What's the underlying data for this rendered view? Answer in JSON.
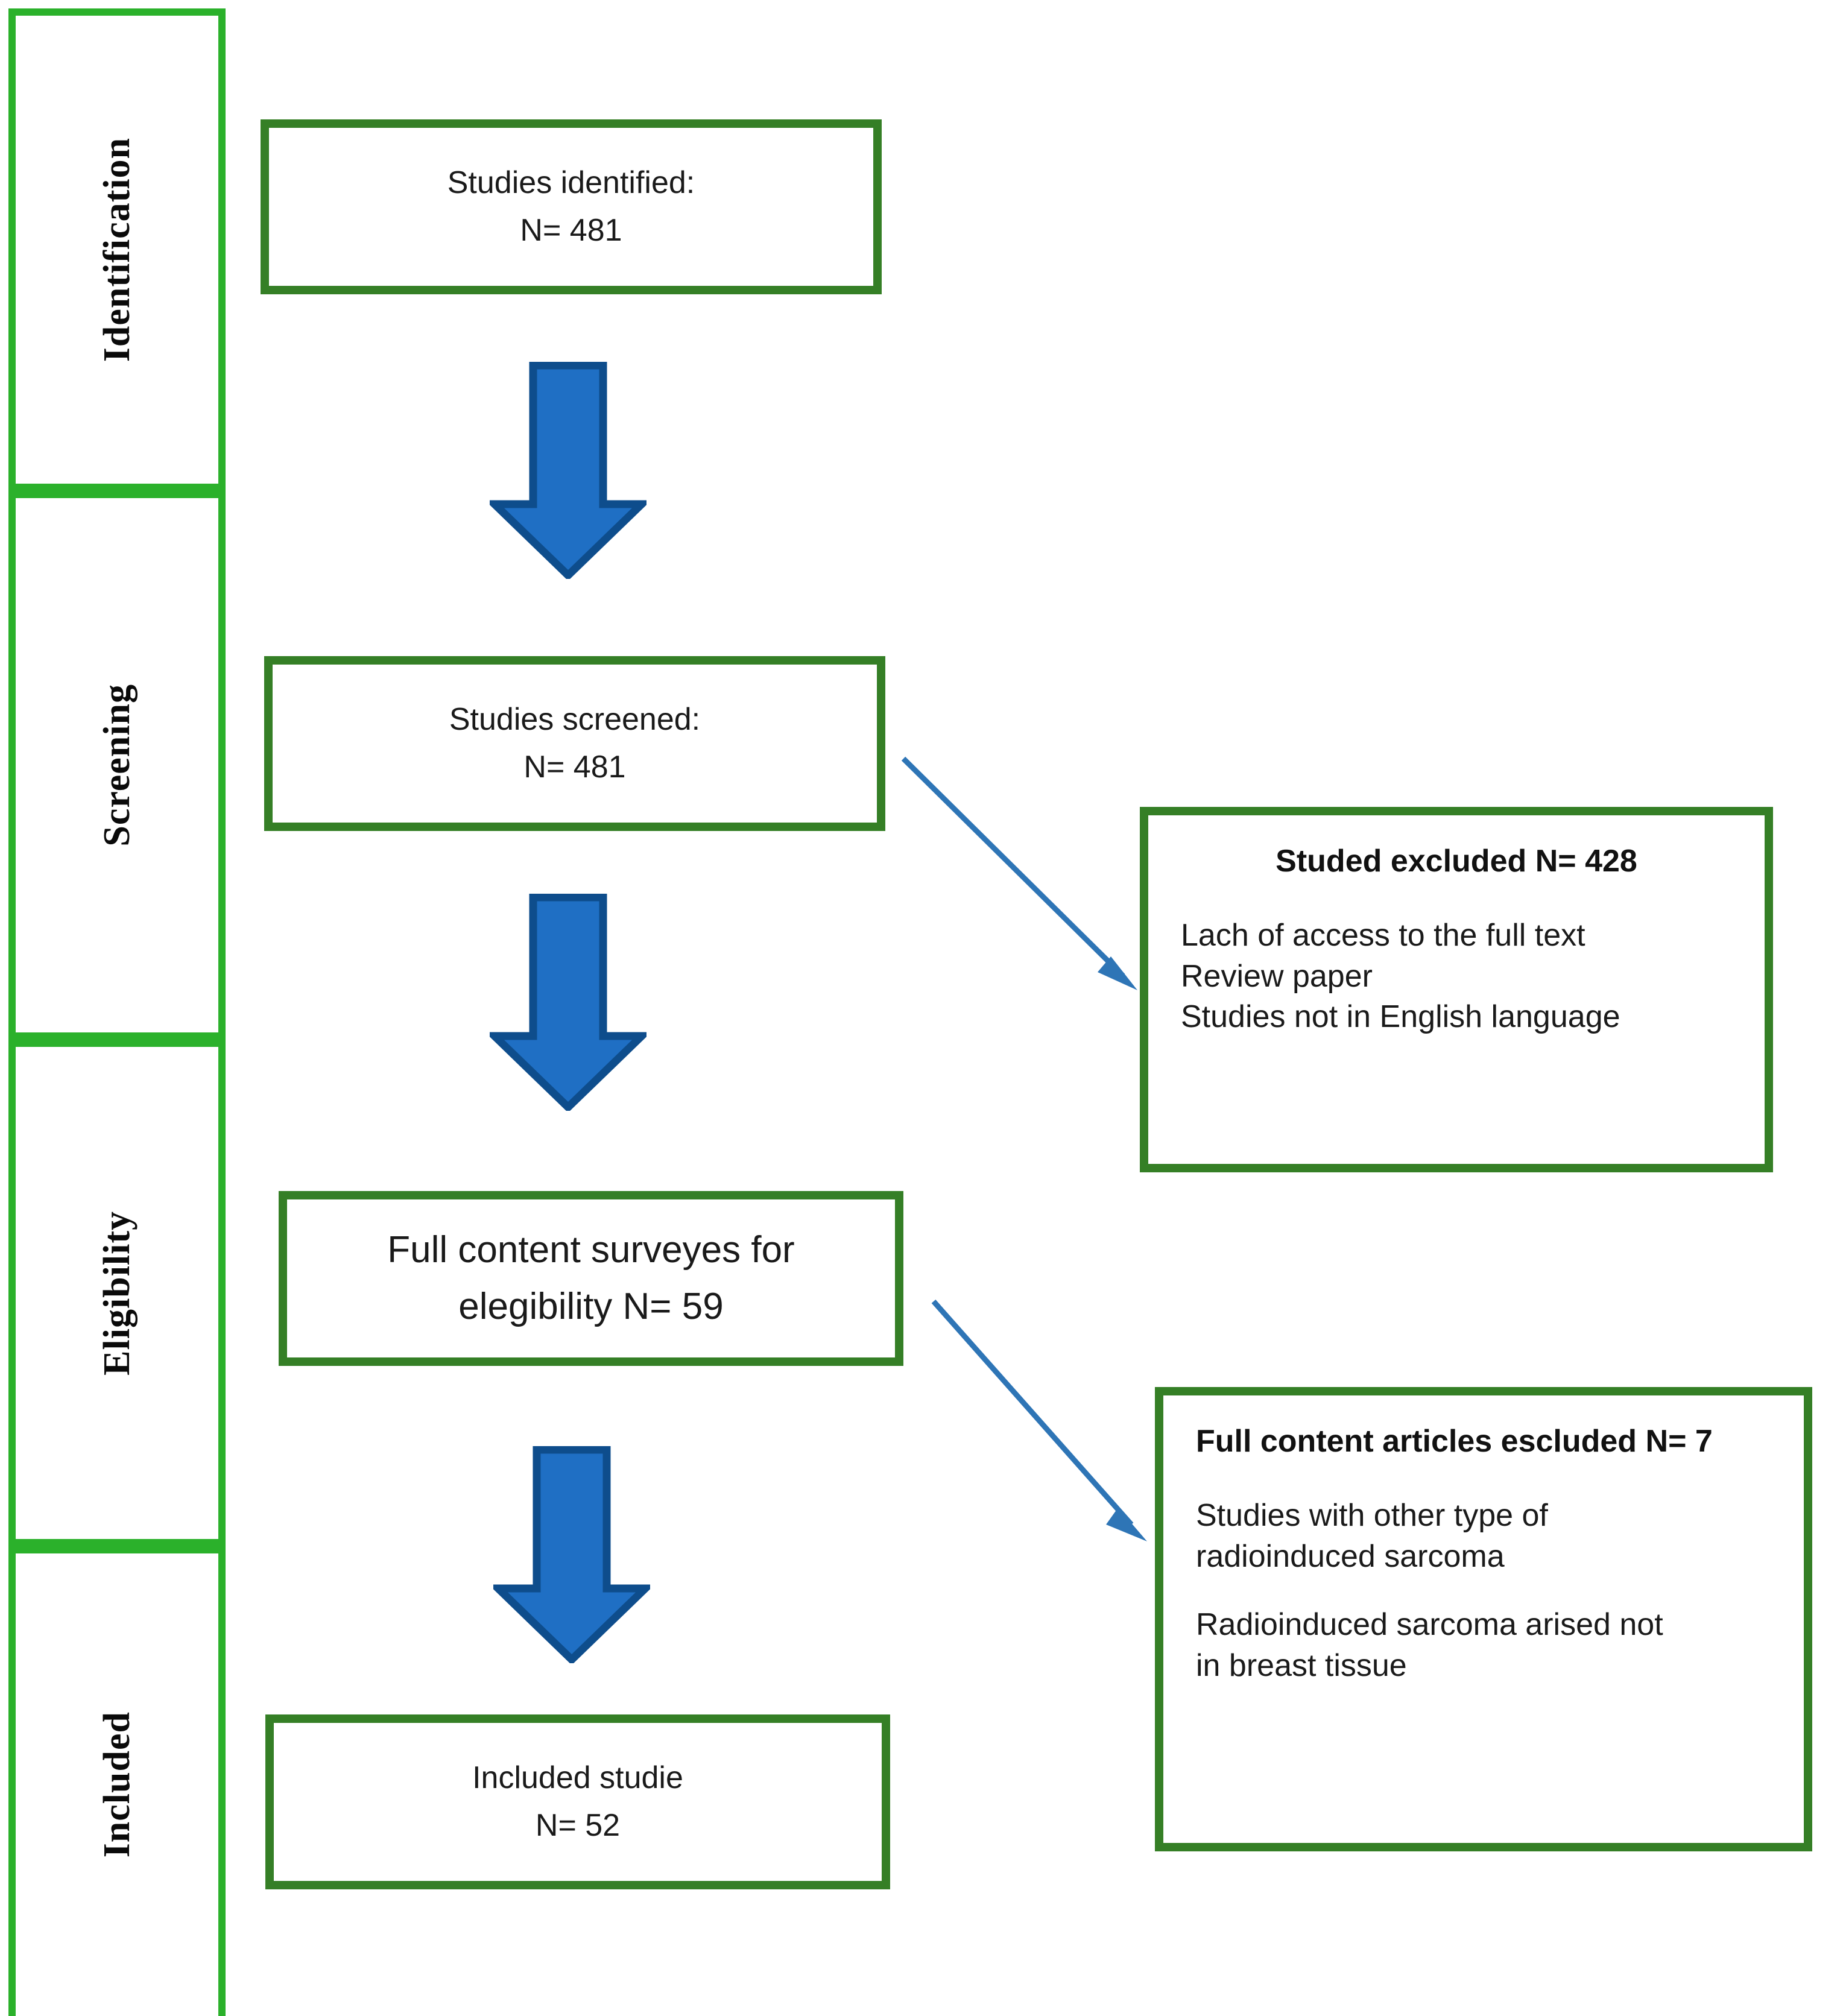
{
  "colors": {
    "stage_border": "#2BB12B",
    "box_border": "#357F26",
    "block_arrow_fill": "#1F6FC4",
    "block_arrow_stroke": "#0E4D8C",
    "diag_arrow": "#2E75B6",
    "text": "#1a1a1a",
    "page_background": "#ffffff"
  },
  "stages": [
    {
      "label": "Identification"
    },
    {
      "label": "Screening"
    },
    {
      "label": "Eligibility"
    },
    {
      "label": "Included"
    }
  ],
  "flow": {
    "identified": {
      "line1": "Studies identified:",
      "line2": "N= 481"
    },
    "screened": {
      "line1": "Studies screened:",
      "line2": "N= 481"
    },
    "eligibility": {
      "line1": "Full content surveyes for",
      "line2": "elegibility N= 59"
    },
    "included": {
      "line1": "Included studie",
      "line2": "N= 52"
    }
  },
  "exclusions": {
    "screening": {
      "title": "Studed excluded N= 428",
      "reasons": [
        "Lach of access to the full text",
        "Review paper",
        "Studies not in English language"
      ]
    },
    "fulltext": {
      "title": "Full content articles escluded N= 7",
      "reasons": [
        "Studies with other type of",
        "radioinduced sarcoma",
        "Radioinduced sarcoma arised not",
        "in breast tissue"
      ]
    }
  },
  "arrows": {
    "down_1": "down-block-arrow",
    "down_2": "down-block-arrow",
    "down_3": "down-block-arrow",
    "diagonal_1": "diagonal-arrow",
    "diagonal_2": "diagonal-arrow"
  },
  "chart_data": {
    "type": "table",
    "title": "PRISMA study selection flow",
    "categories": [
      "Identified",
      "Screened",
      "Full content surveyes for elegibility",
      "Included"
    ],
    "values": [
      481,
      481,
      59,
      52
    ],
    "excluded": [
      {
        "stage": "Screening",
        "count": 428
      },
      {
        "stage": "Eligibility",
        "count": 7
      }
    ]
  }
}
